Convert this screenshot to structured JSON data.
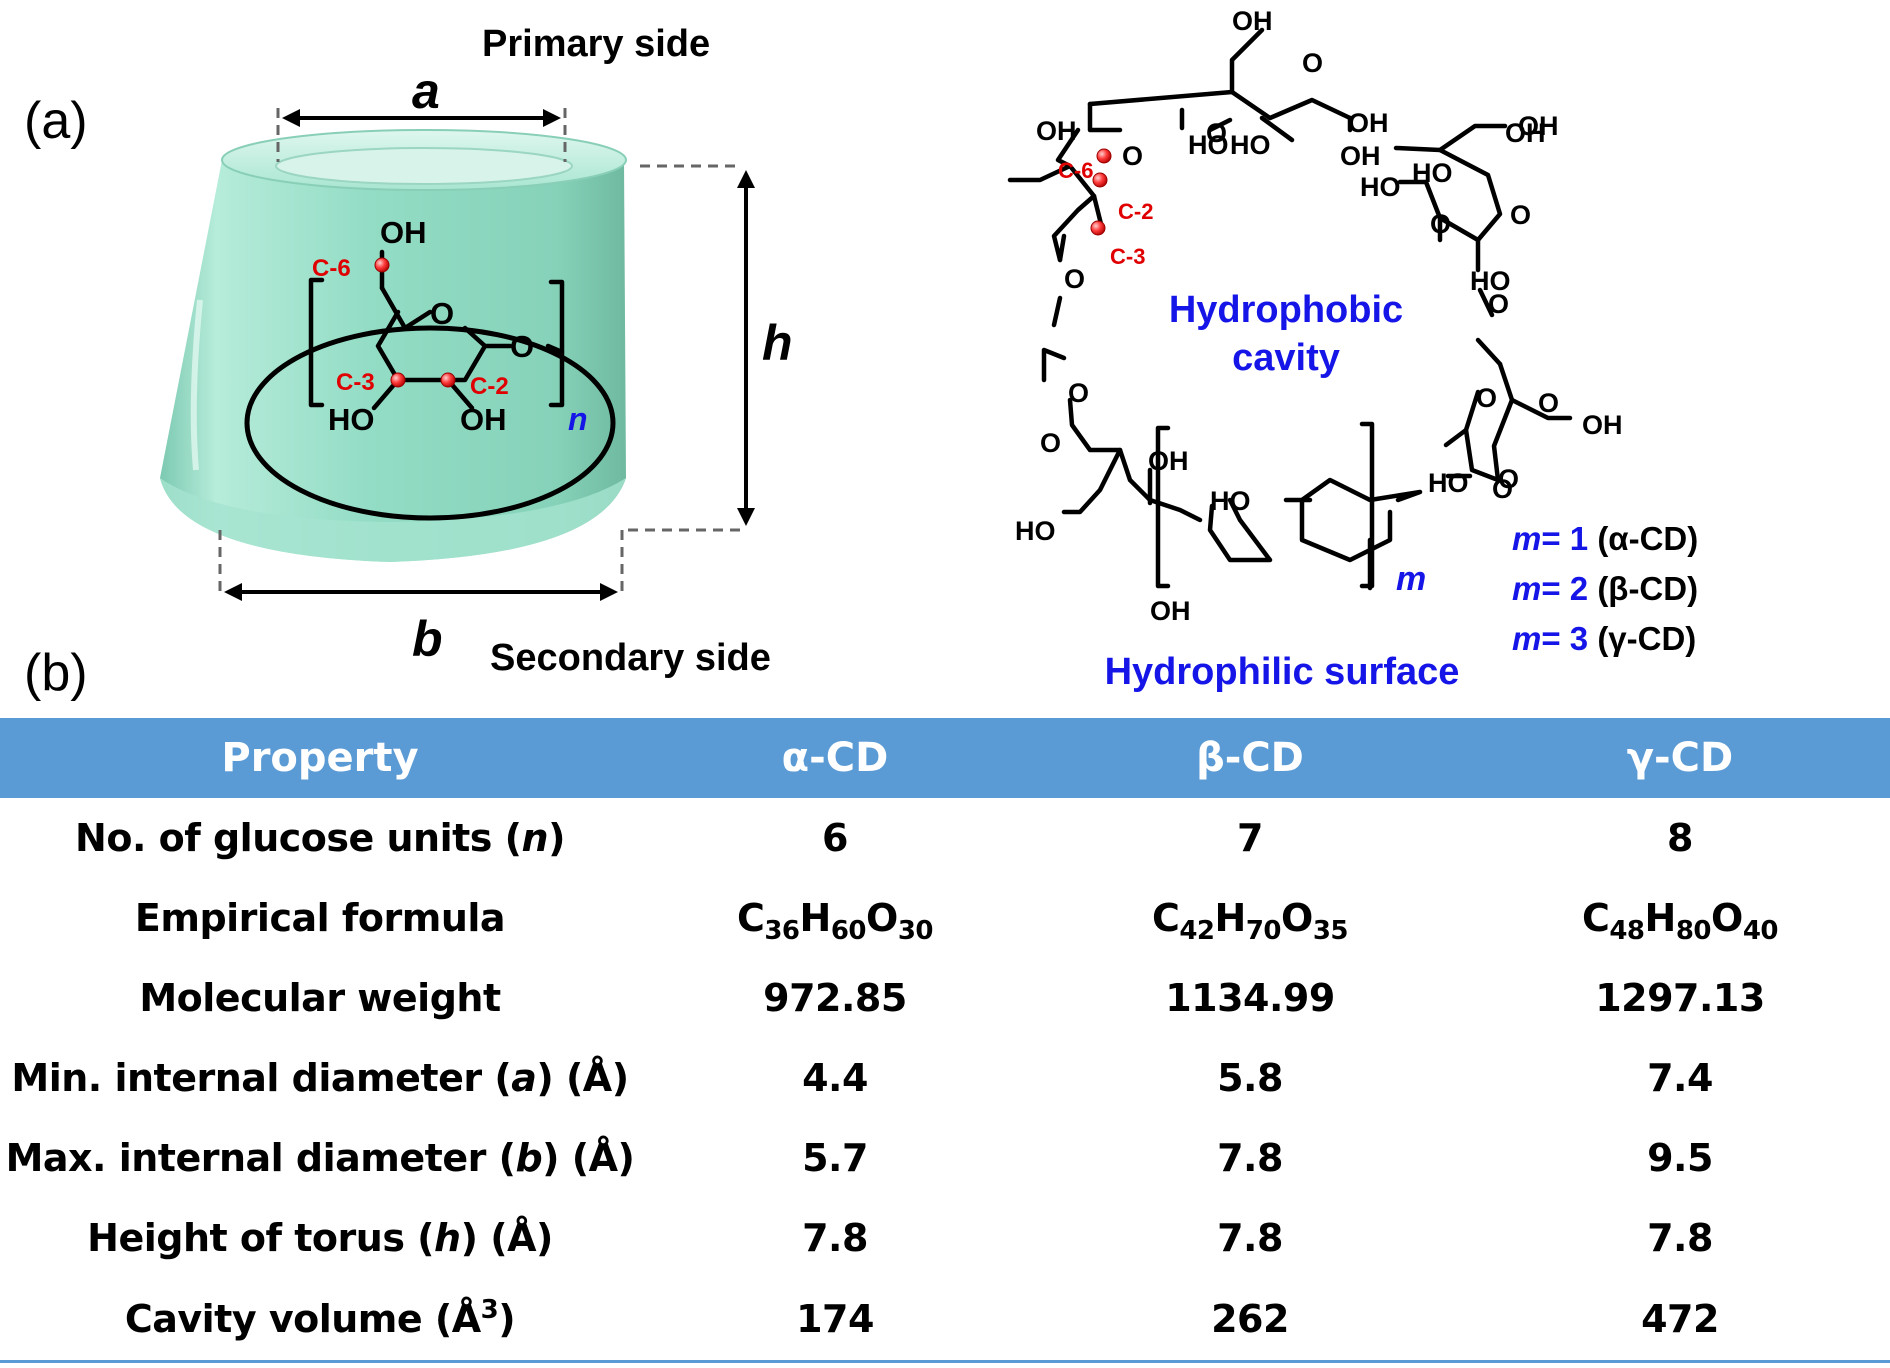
{
  "panels": {
    "a": "(a)",
    "b": "(b)"
  },
  "torus": {
    "primary_side": "Primary side",
    "secondary_side": "Secondary side",
    "dim_a": "a",
    "dim_b": "b",
    "dim_h": "h",
    "repeat_n": "n"
  },
  "monomer": {
    "oh_top": "OH",
    "ho_left": "HO",
    "oh_right": "OH",
    "ring_o": "O",
    "link_o": "O",
    "c6": "C-6",
    "c3": "C-3",
    "c2": "C-2"
  },
  "ring": {
    "title_line1": "Hydrophobic",
    "title_line2": "cavity",
    "surface": "Hydrophilic surface",
    "repeat_m": "m",
    "c6": "C-6",
    "c2": "C-2",
    "c3": "C-3",
    "atoms": [
      {
        "t": "OH"
      },
      {
        "t": "O"
      },
      {
        "t": "OH"
      },
      {
        "t": "HO"
      },
      {
        "t": "OH"
      },
      {
        "t": "HO"
      },
      {
        "t": "O"
      },
      {
        "t": "HO"
      },
      {
        "t": "O"
      },
      {
        "t": "OH"
      },
      {
        "t": "O"
      },
      {
        "t": "OH"
      },
      {
        "t": "HO"
      },
      {
        "t": "O"
      },
      {
        "t": "O"
      },
      {
        "t": "O"
      },
      {
        "t": "HO"
      },
      {
        "t": "OH"
      },
      {
        "t": "O"
      },
      {
        "t": "O"
      },
      {
        "t": "HO"
      },
      {
        "t": "O"
      },
      {
        "t": "HO"
      },
      {
        "t": "O"
      },
      {
        "t": "OH"
      },
      {
        "t": "O"
      },
      {
        "t": "OH"
      },
      {
        "t": "HO"
      },
      {
        "t": "OH"
      },
      {
        "t": "O"
      }
    ],
    "legend": [
      {
        "m": "m",
        "eq": "= 1",
        "cd": "(α-CD)"
      },
      {
        "m": "m",
        "eq": "= 2",
        "cd": "(β-CD)"
      },
      {
        "m": "m",
        "eq": "= 3",
        "cd": "(γ-CD)"
      }
    ]
  },
  "table": {
    "headers": [
      "Property",
      "α-CD",
      "β-CD",
      "γ-CD"
    ],
    "rows": [
      {
        "label_pre": "No. of glucose units (",
        "label_var": "n",
        "label_post": ")",
        "values": [
          "6",
          "7",
          "8"
        ]
      },
      {
        "label_pre": "Empirical formula",
        "formula": [
          [
            [
              "C",
              "36"
            ],
            [
              "H",
              "60"
            ],
            [
              "O",
              "30"
            ]
          ],
          [
            [
              "C",
              "42"
            ],
            [
              "H",
              "70"
            ],
            [
              "O",
              "35"
            ]
          ],
          [
            [
              "C",
              "48"
            ],
            [
              "H",
              "80"
            ],
            [
              "O",
              "40"
            ]
          ]
        ]
      },
      {
        "label_pre": "Molecular weight",
        "values": [
          "972.85",
          "1134.99",
          "1297.13"
        ]
      },
      {
        "label_pre": "Min. internal diameter (",
        "label_var": "a",
        "label_post": ") (Å)",
        "values": [
          "4.4",
          "5.8",
          "7.4"
        ]
      },
      {
        "label_pre": "Max. internal diameter (",
        "label_var": "b",
        "label_post": ") (Å)",
        "values": [
          "5.7",
          "7.8",
          "9.5"
        ]
      },
      {
        "label_pre": "Height of torus (",
        "label_var": "h",
        "label_post": ") (Å)",
        "values": [
          "7.8",
          "7.8",
          "7.8"
        ]
      },
      {
        "label_pre": "Cavity volume (Å",
        "label_sup": "3",
        "label_post": ")",
        "values": [
          "174",
          "262",
          "472"
        ]
      }
    ]
  },
  "colors": {
    "header_bg": "#5b9bd5",
    "header_text": "#ffffff",
    "cone": "#8fdcc3",
    "carbon_marker": "#e00000",
    "label_blue": "#1515e8"
  }
}
